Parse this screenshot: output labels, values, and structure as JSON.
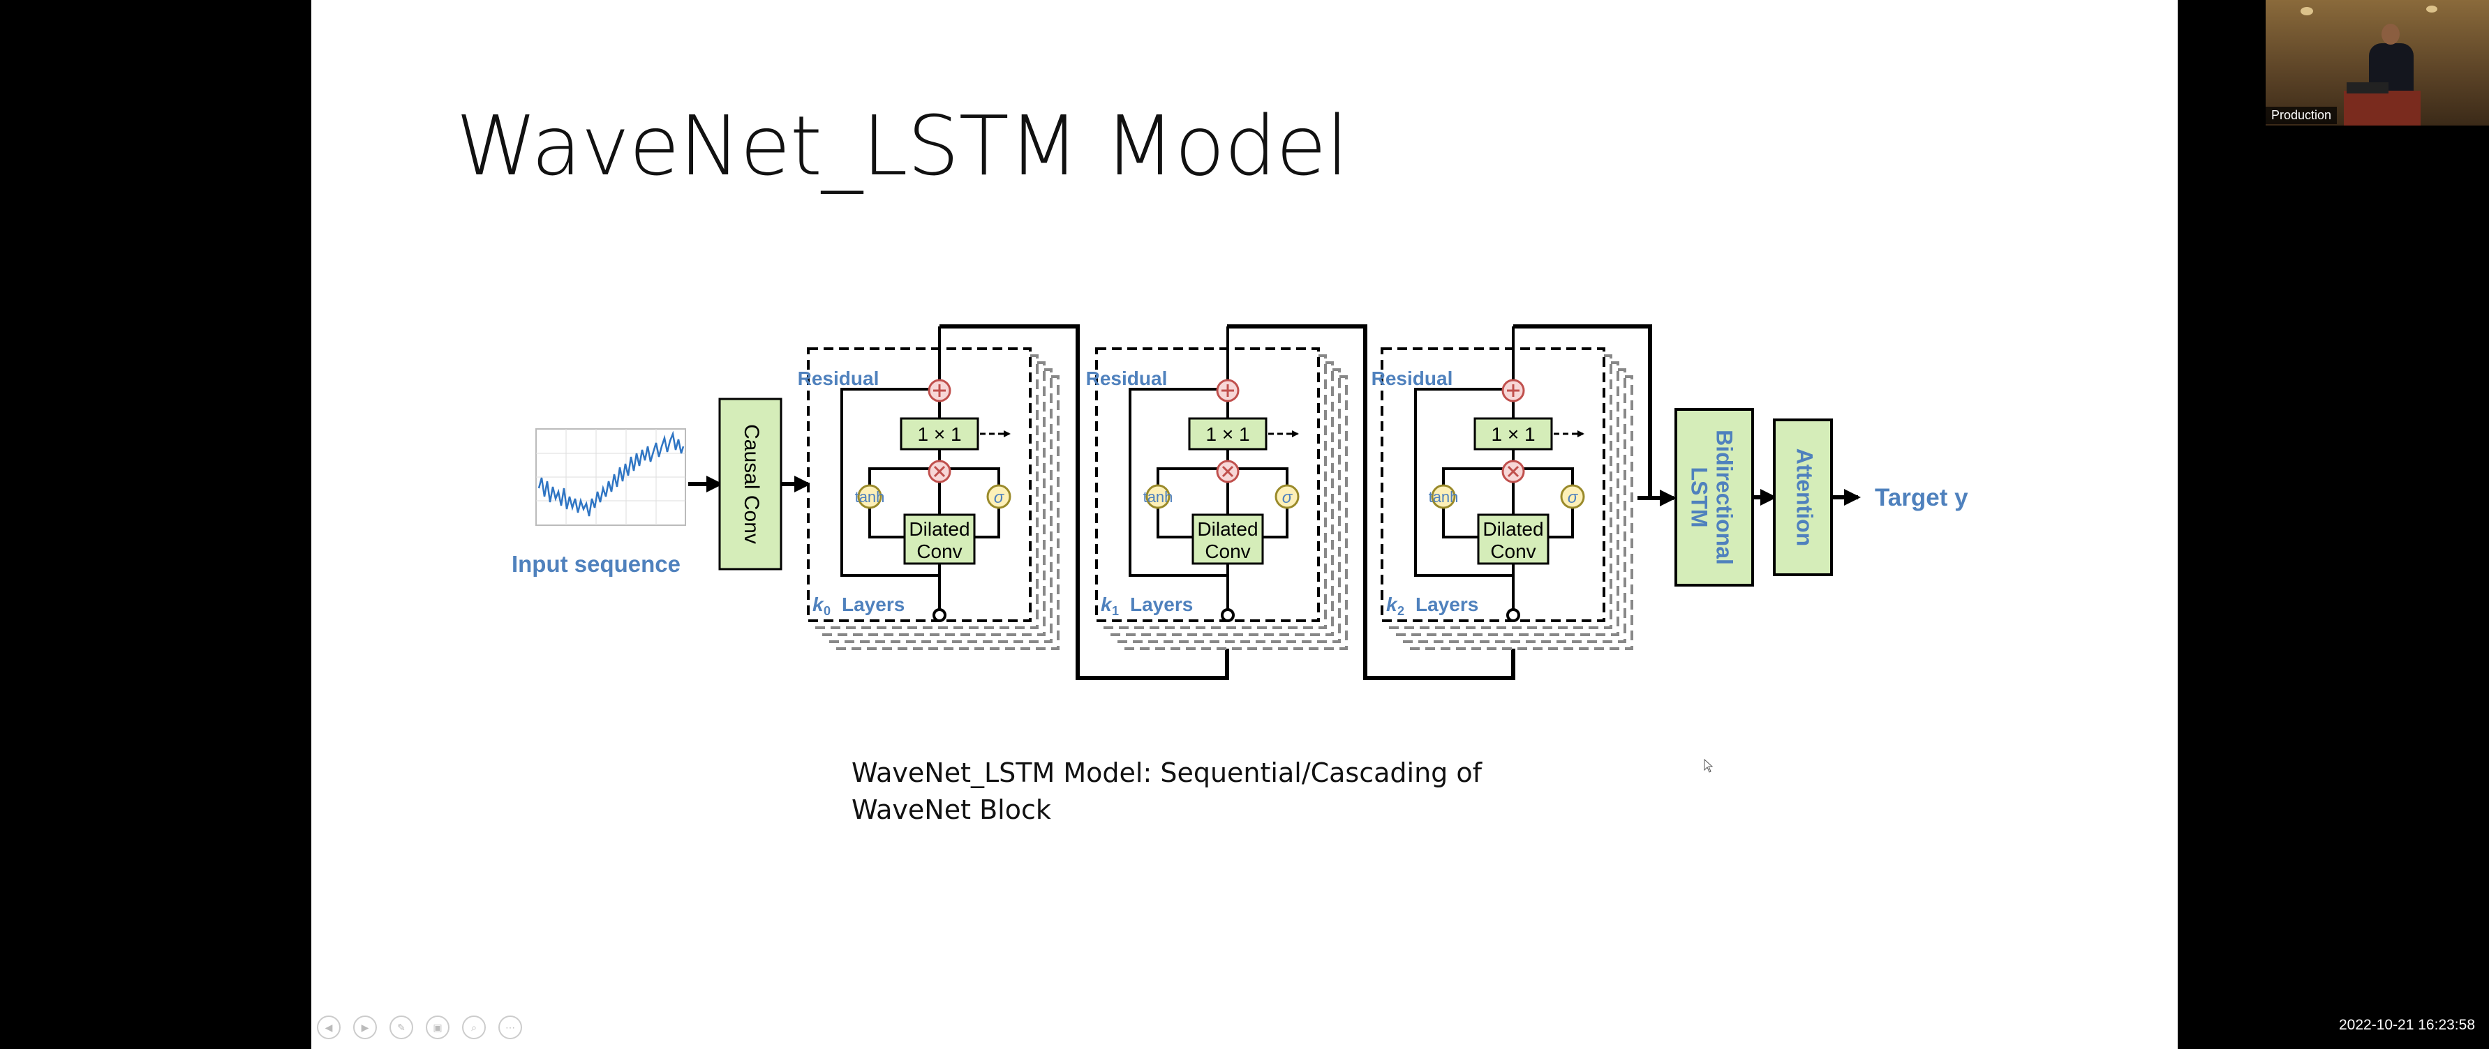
{
  "slide": {
    "title": "WaveNet_LSTM Model",
    "caption_line1": "WaveNet_LSTM Model: Sequential/Cascading of",
    "caption_line2": "WaveNet Block"
  },
  "diagram": {
    "input_label": "Input sequence",
    "causal_conv": "Causal Conv",
    "blocks": [
      {
        "residual": "Residual",
        "conv1x1": "1 × 1",
        "tanh": "tanh",
        "sigma": "σ",
        "dilated": "Dilated",
        "conv": "Conv",
        "k": "k",
        "sub": "0",
        "layers": "Layers"
      },
      {
        "residual": "Residual",
        "conv1x1": "1 × 1",
        "tanh": "tanh",
        "sigma": "σ",
        "dilated": "Dilated",
        "conv": "Conv",
        "k": "k",
        "sub": "1",
        "layers": "Layers"
      },
      {
        "residual": "Residual",
        "conv1x1": "1 × 1",
        "tanh": "tanh",
        "sigma": "σ",
        "dilated": "Dilated",
        "conv": "Conv",
        "k": "k",
        "sub": "2",
        "layers": "Layers"
      }
    ],
    "bilstm_1": "Bidirectional",
    "bilstm_2": "LSTM",
    "attention": "Attention",
    "target": "Target y",
    "colors": {
      "green_fill": "#d5edb9",
      "blue_text": "#4f81bd",
      "gate_fill": "#fdf0b8",
      "op_fill": "#f7d7d7",
      "op_stroke": "#c0504d"
    }
  },
  "video": {
    "label": "Production"
  },
  "timestamp": "2022-10-21  16:23:58",
  "controls": [
    "previous-icon",
    "next-icon",
    "pen-icon",
    "slides-icon",
    "zoom-icon",
    "more-icon"
  ]
}
